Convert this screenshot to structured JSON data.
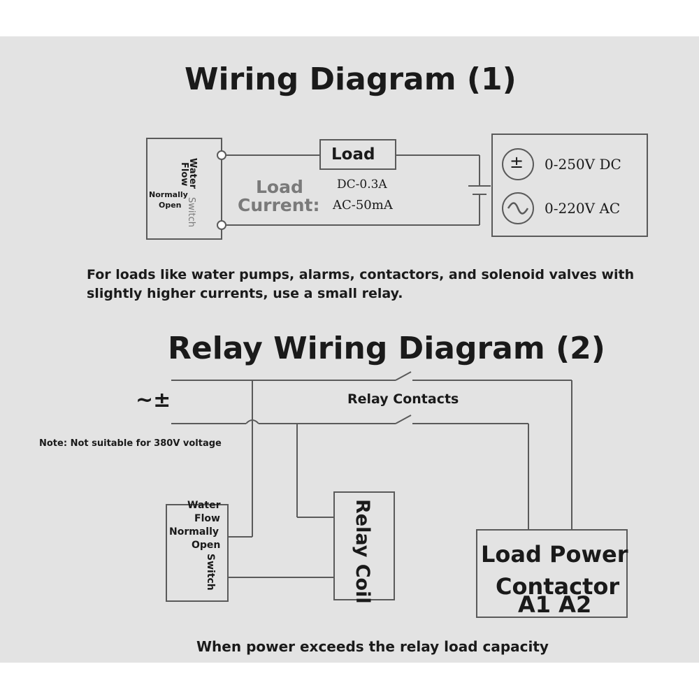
{
  "diagram1": {
    "title": "Wiring Diagram (1)",
    "switch": {
      "line1": "Water",
      "line2": "Flow",
      "line3": "Switch",
      "state1": "Normally",
      "state2": "Open"
    },
    "load": "Load",
    "current_label1": "Load",
    "current_label2": "Current:",
    "current_dc": "DC-0.3A",
    "current_ac": "AC-50mA",
    "supply_dc_symbol": "±",
    "supply_dc": "0-250V DC",
    "supply_ac_symbol": "~",
    "supply_ac": "0-220V AC",
    "note_line1": "For loads like water pumps, alarms, contactors, and solenoid valves with",
    "note_line2": "slightly higher currents, use a small relay."
  },
  "diagram2": {
    "title": "Relay Wiring Diagram (2)",
    "supply_symbol": "~±",
    "relay_contacts": "Relay Contacts",
    "note": "Note: Not suitable for 380V voltage",
    "switch": {
      "line1": "Water",
      "line2": "Flow",
      "line3": "Normally",
      "line4": "Open",
      "line5": "Switch"
    },
    "relay_coil": "Relay Coil",
    "contactor_line1": "Load Power",
    "contactor_line2": "Contactor",
    "contactor_line3": "A1 A2",
    "footer": "When power exceeds the relay load capacity"
  },
  "colors": {
    "background": "#e3e3e3",
    "line": "#555555",
    "text": "#1a1a1a",
    "muted": "#7a7a7a"
  }
}
